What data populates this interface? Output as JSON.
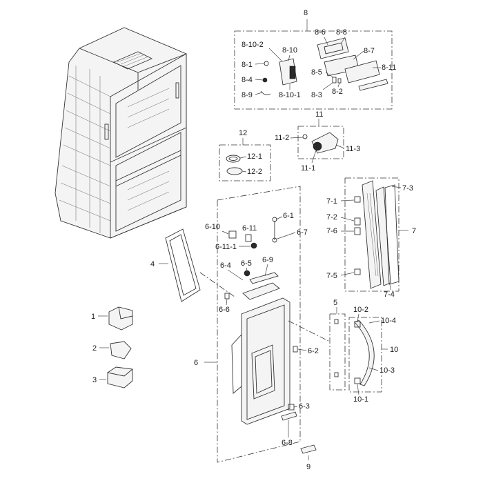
{
  "labels": {
    "l1": "1",
    "l2": "2",
    "l3": "3",
    "l4": "4",
    "l5": "5",
    "l6": "6",
    "l6_1": "6-1",
    "l6_2": "6-2",
    "l6_3": "6-3",
    "l6_4": "6-4",
    "l6_5": "6-5",
    "l6_6": "6-6",
    "l6_7": "6-7",
    "l6_8": "6-8",
    "l6_9": "6-9",
    "l6_10": "6-10",
    "l6_11": "6-11",
    "l6_11_1": "6-11-1",
    "l7": "7",
    "l7_1": "7-1",
    "l7_2": "7-2",
    "l7_3": "7-3",
    "l7_4": "7-4",
    "l7_5": "7-5",
    "l7_6": "7-6",
    "l8": "8",
    "l8_1": "8-1",
    "l8_2": "8-2",
    "l8_3": "8-3",
    "l8_4": "8-4",
    "l8_5": "8-5",
    "l8_6": "8-6",
    "l8_7": "8-7",
    "l8_8": "8-8",
    "l8_9": "8-9",
    "l8_10": "8-10",
    "l8_10_1": "8-10-1",
    "l8_10_2": "8-10-2",
    "l8_11": "8-11",
    "l9": "9",
    "l10": "10",
    "l10_1": "10-1",
    "l10_2": "10-2",
    "l10_3": "10-3",
    "l10_4": "10-4",
    "l11": "11",
    "l11_1": "11-1",
    "l11_2": "11-2",
    "l11_3": "11-3",
    "l12": "12",
    "l12_1": "12-1",
    "l12_2": "12-2"
  }
}
